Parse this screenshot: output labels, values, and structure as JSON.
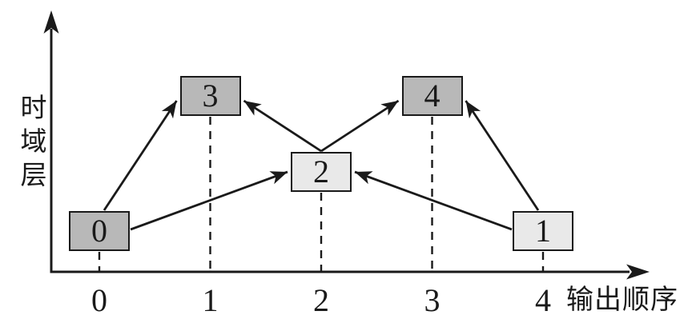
{
  "figure": {
    "y_axis_label": "时域层",
    "x_axis_label": "输出顺序",
    "x_ticks": [
      "0",
      "1",
      "2",
      "3",
      "4"
    ]
  },
  "nodes": [
    {
      "label": "0",
      "order": 0,
      "layer": 0,
      "shade": "dark"
    },
    {
      "label": "3",
      "order": 1,
      "layer": 2,
      "shade": "dark"
    },
    {
      "label": "2",
      "order": 2,
      "layer": 1,
      "shade": "light"
    },
    {
      "label": "4",
      "order": 3,
      "layer": 2,
      "shade": "dark"
    },
    {
      "label": "1",
      "order": 4,
      "layer": 0,
      "shade": "light"
    }
  ],
  "edges": [
    {
      "from": "0",
      "to": "3"
    },
    {
      "from": "2",
      "to": "3"
    },
    {
      "from": "2",
      "to": "4"
    },
    {
      "from": "1",
      "to": "4"
    },
    {
      "from": "0",
      "to": "2"
    },
    {
      "from": "1",
      "to": "2"
    }
  ],
  "colors": {
    "dark_box": "#b8b8b8",
    "light_box": "#e9e9e9",
    "line": "#1a1a1a",
    "background": "#ffffff"
  }
}
